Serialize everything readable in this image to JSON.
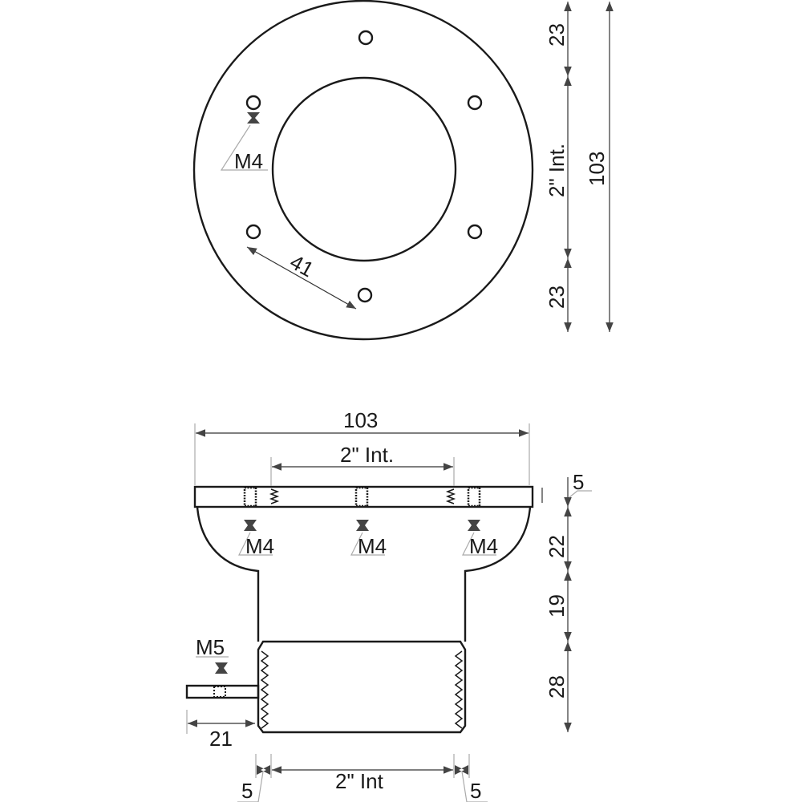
{
  "top_view": {
    "hole_label": "M4",
    "hole_spacing": "41",
    "dim_top": "23",
    "dim_inner": "2\" Int.",
    "dim_bottom": "23",
    "dim_total": "103"
  },
  "side_view": {
    "dim_width": "103",
    "dim_inner": "2\" Int.",
    "dim_plate": "5",
    "dim_flare": "22",
    "dim_neck": "19",
    "dim_thread": "28",
    "hole_labels": [
      "M4",
      "M4",
      "M4"
    ],
    "tab_label": "M5",
    "dim_tab": "21",
    "dim_wall_left": "5",
    "dim_bore": "2\" Int",
    "dim_wall_right": "5"
  }
}
